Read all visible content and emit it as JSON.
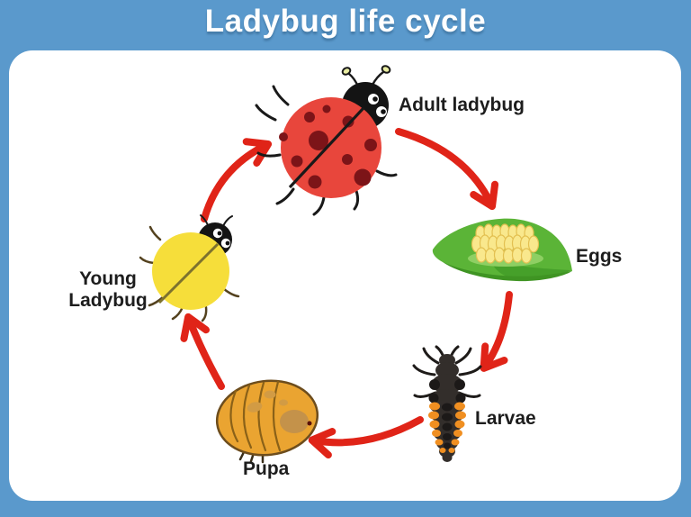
{
  "title": "Ladybug life cycle",
  "diagram": {
    "type": "cycle",
    "direction": "clockwise",
    "stages": [
      {
        "id": "adult-ladybug",
        "label": "Adult ladybug"
      },
      {
        "id": "eggs",
        "label": "Eggs"
      },
      {
        "id": "larvae",
        "label": "Larvae"
      },
      {
        "id": "pupa",
        "label": "Pupa"
      },
      {
        "id": "young-ladybug",
        "label": "Young Ladybug"
      }
    ]
  },
  "icons": {
    "adult": "adult-ladybug-icon",
    "eggs": "eggs-on-leaf-icon",
    "larvae": "larvae-icon",
    "pupa": "pupa-icon",
    "young": "young-ladybug-icon",
    "arrow": "cycle-arrow-icon"
  },
  "colors": {
    "background_blue": "#5a99cc",
    "panel_white": "#ffffff",
    "title_text": "#ffffff",
    "label_text": "#1d1d1d",
    "arrow_red": "#e02418",
    "adult_body_red": "#e8463c",
    "adult_spot_dark": "#7c1418",
    "young_body_yellow": "#f6de3a",
    "leaf_green": "#5bb437",
    "egg_yellow": "#f9e88d",
    "larva_dark": "#332e2b",
    "larva_orange": "#f08f21",
    "pupa_orange": "#eaa431"
  }
}
